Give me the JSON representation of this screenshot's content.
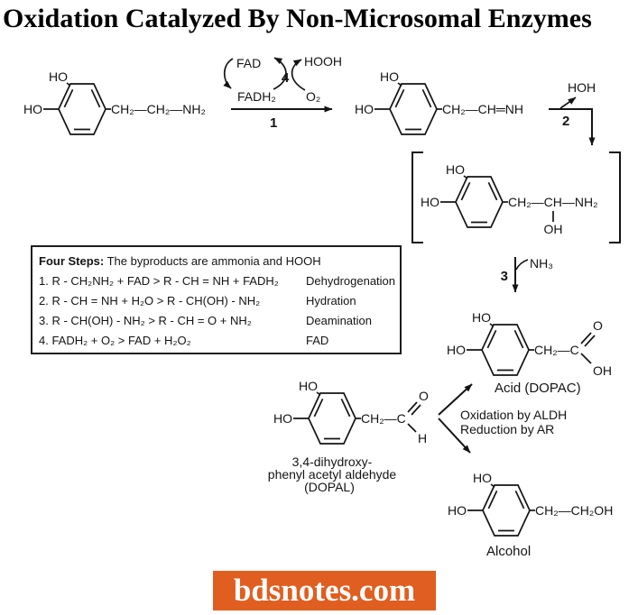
{
  "title": "Oxidation Catalyzed By Non-Microsomal Enzymes",
  "colors": {
    "ink": "#141414",
    "watermark_bg": "#E05E20",
    "watermark_text": "#FFFFFF"
  },
  "scheme": {
    "ho": "HO",
    "oh": "OH",
    "o": "O",
    "h": "H",
    "dopamine_chain": "CH₂—CH₂—NH₂",
    "imine_chain": "CH₂—CH═NH",
    "aminol_chain": "CH₂—CH—NH₂",
    "acid_chain": "CH₂—C",
    "aldehyde_chain": "CH₂—C",
    "alcohol_chain": "CH₂—CH₂OH",
    "fad": "FAD",
    "fadh2": "FADH₂",
    "hooh": "HOOH",
    "o2": "O₂",
    "hoh": "HOH",
    "nh3": "NH₃",
    "step1": "1",
    "step2": "2",
    "step3": "3",
    "step4": "4",
    "acid_label": "Acid (DOPAC)",
    "alcohol_label": "Alcohol",
    "dopal_label_1": "3,4-dihydroxy-",
    "dopal_label_2": "phenyl acetyl aldehyde",
    "dopal_label_3": "(DOPAL)",
    "oxidation_label": "Oxidation by ALDH",
    "reduction_label": "Reduction by AR"
  },
  "four_steps_box": {
    "header_bold": "Four Steps:",
    "header_rest": " The byproducts are ammonia and HOOH",
    "rows": [
      {
        "formula": "1. R - CH₂NH₂ + FAD > R - CH = NH + FADH₂",
        "name": "Dehydrogenation"
      },
      {
        "formula": "2. R - CH = NH + H₂O > R - CH(OH) - NH₂",
        "name": "Hydration"
      },
      {
        "formula": "3. R - CH(OH) - NH₂ > R - CH = O + NH₂",
        "name": "Deamination"
      },
      {
        "formula": "4. FADH₂ + O₂ > FAD + H₂O₂",
        "name": "FAD"
      }
    ]
  },
  "watermark": {
    "text": "bdsnotes.com"
  }
}
